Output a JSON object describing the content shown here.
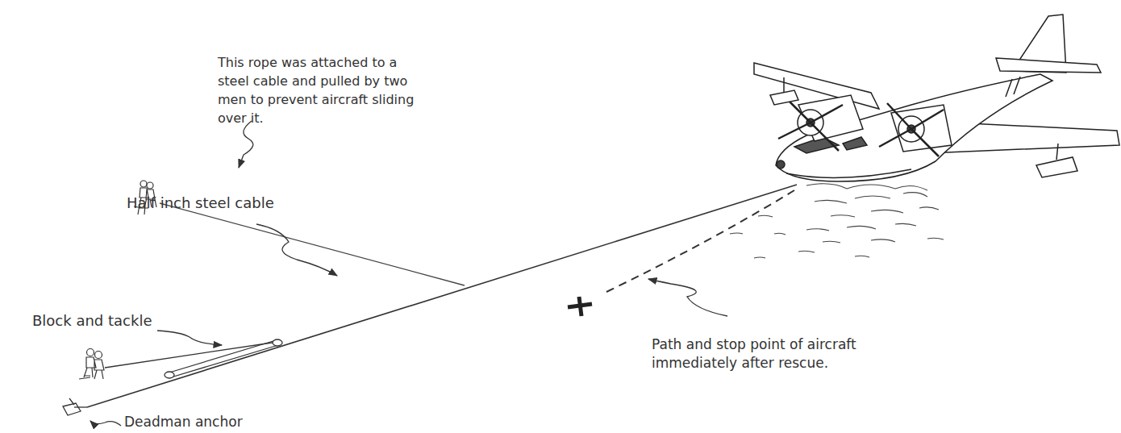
{
  "diagram": {
    "labels": [
      "This rope was attached to a steel cable and pulled by two men to prevent aircraft sliding over it.",
      "Half inch steel cable",
      "Block and tackle",
      "Path and stop point of aircraft immediately after rescue.",
      "Deadman anchor"
    ]
  }
}
